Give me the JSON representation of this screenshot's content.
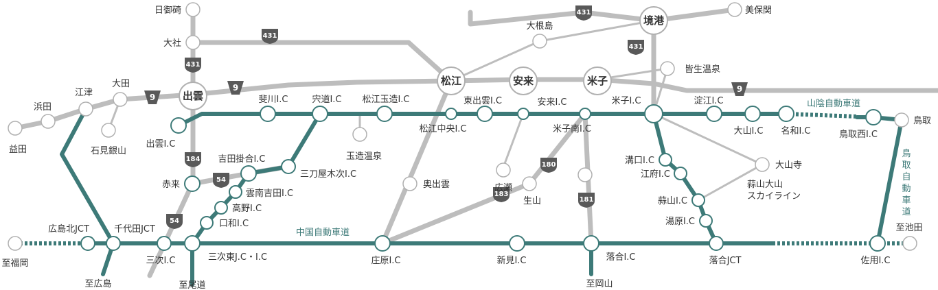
{
  "colors": {
    "expressway": "#3d7a78",
    "road": "#bdbdbd",
    "node_stroke": "#b0b0b0",
    "shield": "#595959"
  },
  "cities": {
    "izumo": "出雲",
    "matsue": "松江",
    "yasugi": "安来",
    "yonago": "米子",
    "sakaiminato": "境港"
  },
  "places": {
    "hinomisaki": "日御碕",
    "taisha": "大社",
    "hamada": "浜田",
    "masuda": "益田",
    "gotsu": "江津",
    "oda": "大田",
    "iwami_ginzan": "石見銀山",
    "tamatsukuri_onsen": "玉造温泉",
    "hirose": "広瀬",
    "okuizumo": "奥出雲",
    "ikuyama": "生山",
    "daisenji": "大山寺",
    "kaike_onsen": "皆生温泉",
    "oonejima": "大根島",
    "mihonoseki": "美保関",
    "tottori": "鳥取",
    "daisen_skyline": [
      "蒜山大山",
      "スカイライン"
    ]
  },
  "ics": {
    "hikawa": "斐川I.C",
    "shinji": "宍道I.C",
    "matsue_tamatsukuri": "松江玉造I.C",
    "matsue_chuo": "松江中央I.C",
    "higashi_izumo": "東出雲I.C",
    "yasugi": "安来I.C",
    "yonago_minami": "米子南I.C",
    "yonago": "米子I.C",
    "yodoe": "淀江I.C",
    "daisen": "大山I.C",
    "nawa": "名和I.C",
    "tottori_nishi": "鳥取西I.C",
    "izumo": "出雲I.C",
    "yoshida_kakeai": "吉田掛合I.C",
    "mitoya_kiji": "三刀屋木次I.C",
    "unnan_yoshida": "雲南吉田I.C",
    "takano": "高野I.C",
    "kuchiwa": "口和I.C",
    "hiroshima_kita_jct": "広島北JCT",
    "chiyoda_jct": "千代田JCT",
    "miyoshi": "三次I.C",
    "miyoshi_higashi": "三次東J.C・I.C",
    "shobara": "庄原I.C",
    "niimi": "新見I.C",
    "ochiai": "落合I.C",
    "ochiai_jct": "落合JCT",
    "sayo": "佐用I.C",
    "mizokuchi": "溝口I.C",
    "kofu": "江府I.C",
    "hiruzen": "蒜山I.C",
    "yubara": "湯原I.C"
  },
  "destinations": {
    "fukuoka": "至福岡",
    "hiroshima": "至広島",
    "onomichi": "至尾道",
    "okayama": "至岡山",
    "ikeda": "至池田"
  },
  "expressways": {
    "sanin": "山陰自動車道",
    "chugoku": "中国自動車道",
    "tottori": [
      "鳥",
      "取",
      "自",
      "動",
      "車",
      "道"
    ]
  },
  "routes": [
    "431",
    "9",
    "184",
    "54",
    "180",
    "183",
    "181"
  ]
}
